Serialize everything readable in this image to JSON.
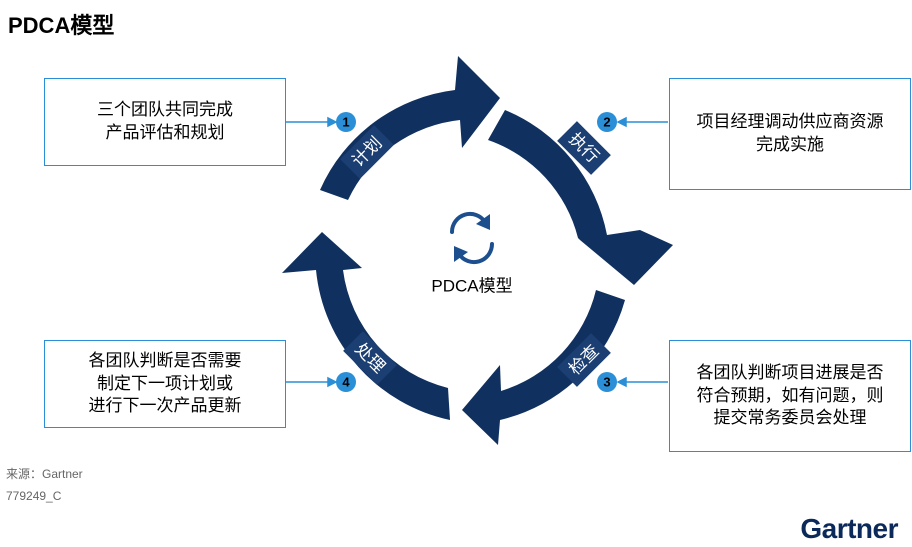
{
  "title": "PDCA模型",
  "center_label": "PDCA模型",
  "stages": [
    {
      "number": "1",
      "label": "计划",
      "lines": [
        "三个团队共同完成",
        "产品评估和规划"
      ]
    },
    {
      "number": "2",
      "label": "执行",
      "lines": [
        "项目经理调动供应商资源",
        "完成实施"
      ]
    },
    {
      "number": "3",
      "label": "检查",
      "lines": [
        "各团队判断项目进展是否",
        "符合预期，如有问题，则",
        "提交常务委员会处理"
      ]
    },
    {
      "number": "4",
      "label": "处理",
      "lines": [
        "各团队判断是否需要",
        "制定下一项计划或",
        "进行下一次产品更新"
      ]
    }
  ],
  "footer": {
    "source": "来源：Gartner",
    "code": "779249_C"
  },
  "brand": "Gartner",
  "colors": {
    "arrow": "#10305f",
    "accent": "#2a8fd6",
    "label_bg": "#1b3f73"
  }
}
